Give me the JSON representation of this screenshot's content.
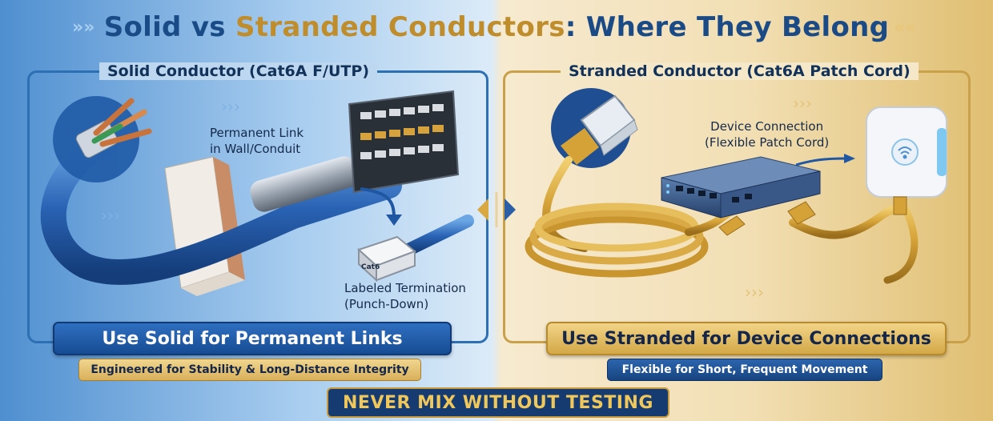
{
  "title": {
    "part1": "Solid vs ",
    "part2": "Stranded Conductors",
    "part3": ": Where They Belong"
  },
  "left": {
    "heading": "Solid Conductor (Cat6A F/UTP)",
    "annotation1_line1": "Permanent Link",
    "annotation1_line2": "in Wall/Conduit",
    "annotation2_line1": "Labeled Termination",
    "annotation2_line2": "(Punch-Down)",
    "jack_label": "Cat6",
    "button": "Use Solid for Permanent Links",
    "subtitle": "Engineered for Stability & Long-Distance Integrity"
  },
  "right": {
    "heading": "Stranded Conductor (Cat6A Patch Cord)",
    "annotation1_line1": "Device Connection",
    "annotation1_line2": "(Flexible Patch Cord)",
    "button": "Use Stranded for Device Connections",
    "subtitle": "Flexible for Short, Frequent Movement"
  },
  "footer": "NEVER MIX WITHOUT TESTING",
  "icons": [
    "chevron-right-icon",
    "solid-cable-icon",
    "patch-panel-icon",
    "keystone-jack-icon",
    "rj45-plug-icon",
    "network-switch-icon",
    "wireless-access-point-icon",
    "wifi-icon"
  ],
  "colors": {
    "blue": "#1b4b86",
    "gold": "#c08d2c",
    "accent_blue": "#2f6fc0",
    "accent_gold": "#d3a847"
  }
}
